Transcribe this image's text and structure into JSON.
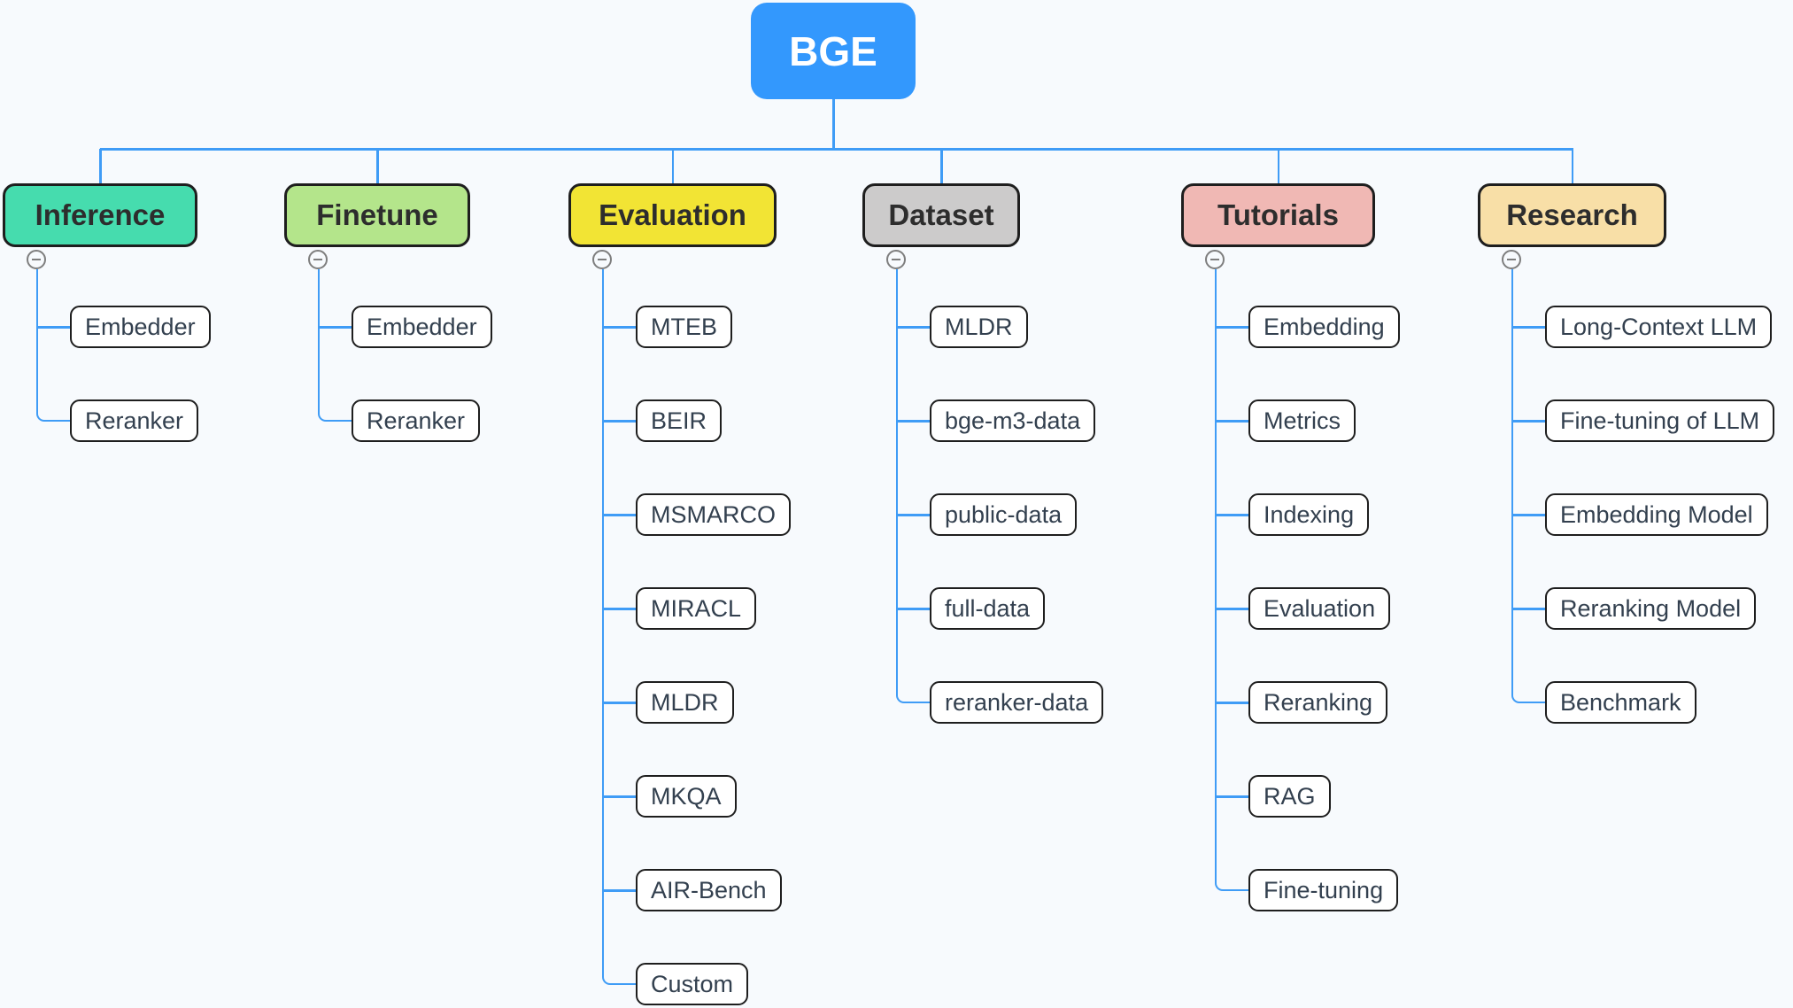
{
  "colors": {
    "background": "#f7fafd",
    "connector": "#3f9cf6",
    "node_border": "#1e1e1e",
    "child_text": "#33404f",
    "header_text": "#2d2d2d",
    "collapse_icon": "#7e7e7e"
  },
  "root": {
    "label": "BGE",
    "fill": "#3398fd",
    "text_color": "#ffffff"
  },
  "branches": [
    {
      "label": "Inference",
      "fill": "#46dcae",
      "children": [
        "Embedder",
        "Reranker"
      ]
    },
    {
      "label": "Finetune",
      "fill": "#b4e58b",
      "children": [
        "Embedder",
        "Reranker"
      ]
    },
    {
      "label": "Evaluation",
      "fill": "#f2e434",
      "children": [
        "MTEB",
        "BEIR",
        "MSMARCO",
        "MIRACL",
        "MLDR",
        "MKQA",
        "AIR-Bench",
        "Custom"
      ]
    },
    {
      "label": "Dataset",
      "fill": "#cccbcb",
      "children": [
        "MLDR",
        "bge-m3-data",
        "public-data",
        "full-data",
        "reranker-data"
      ]
    },
    {
      "label": "Tutorials",
      "fill": "#f0b8b4",
      "children": [
        "Embedding",
        "Metrics",
        "Indexing",
        "Evaluation",
        "Reranking",
        "RAG",
        "Fine-tuning"
      ]
    },
    {
      "label": "Research",
      "fill": "#f8dfa7",
      "children": [
        "Long-Context LLM",
        "Fine-tuning of LLM",
        "Embedding Model",
        "Reranking Model",
        "Benchmark"
      ]
    }
  ]
}
